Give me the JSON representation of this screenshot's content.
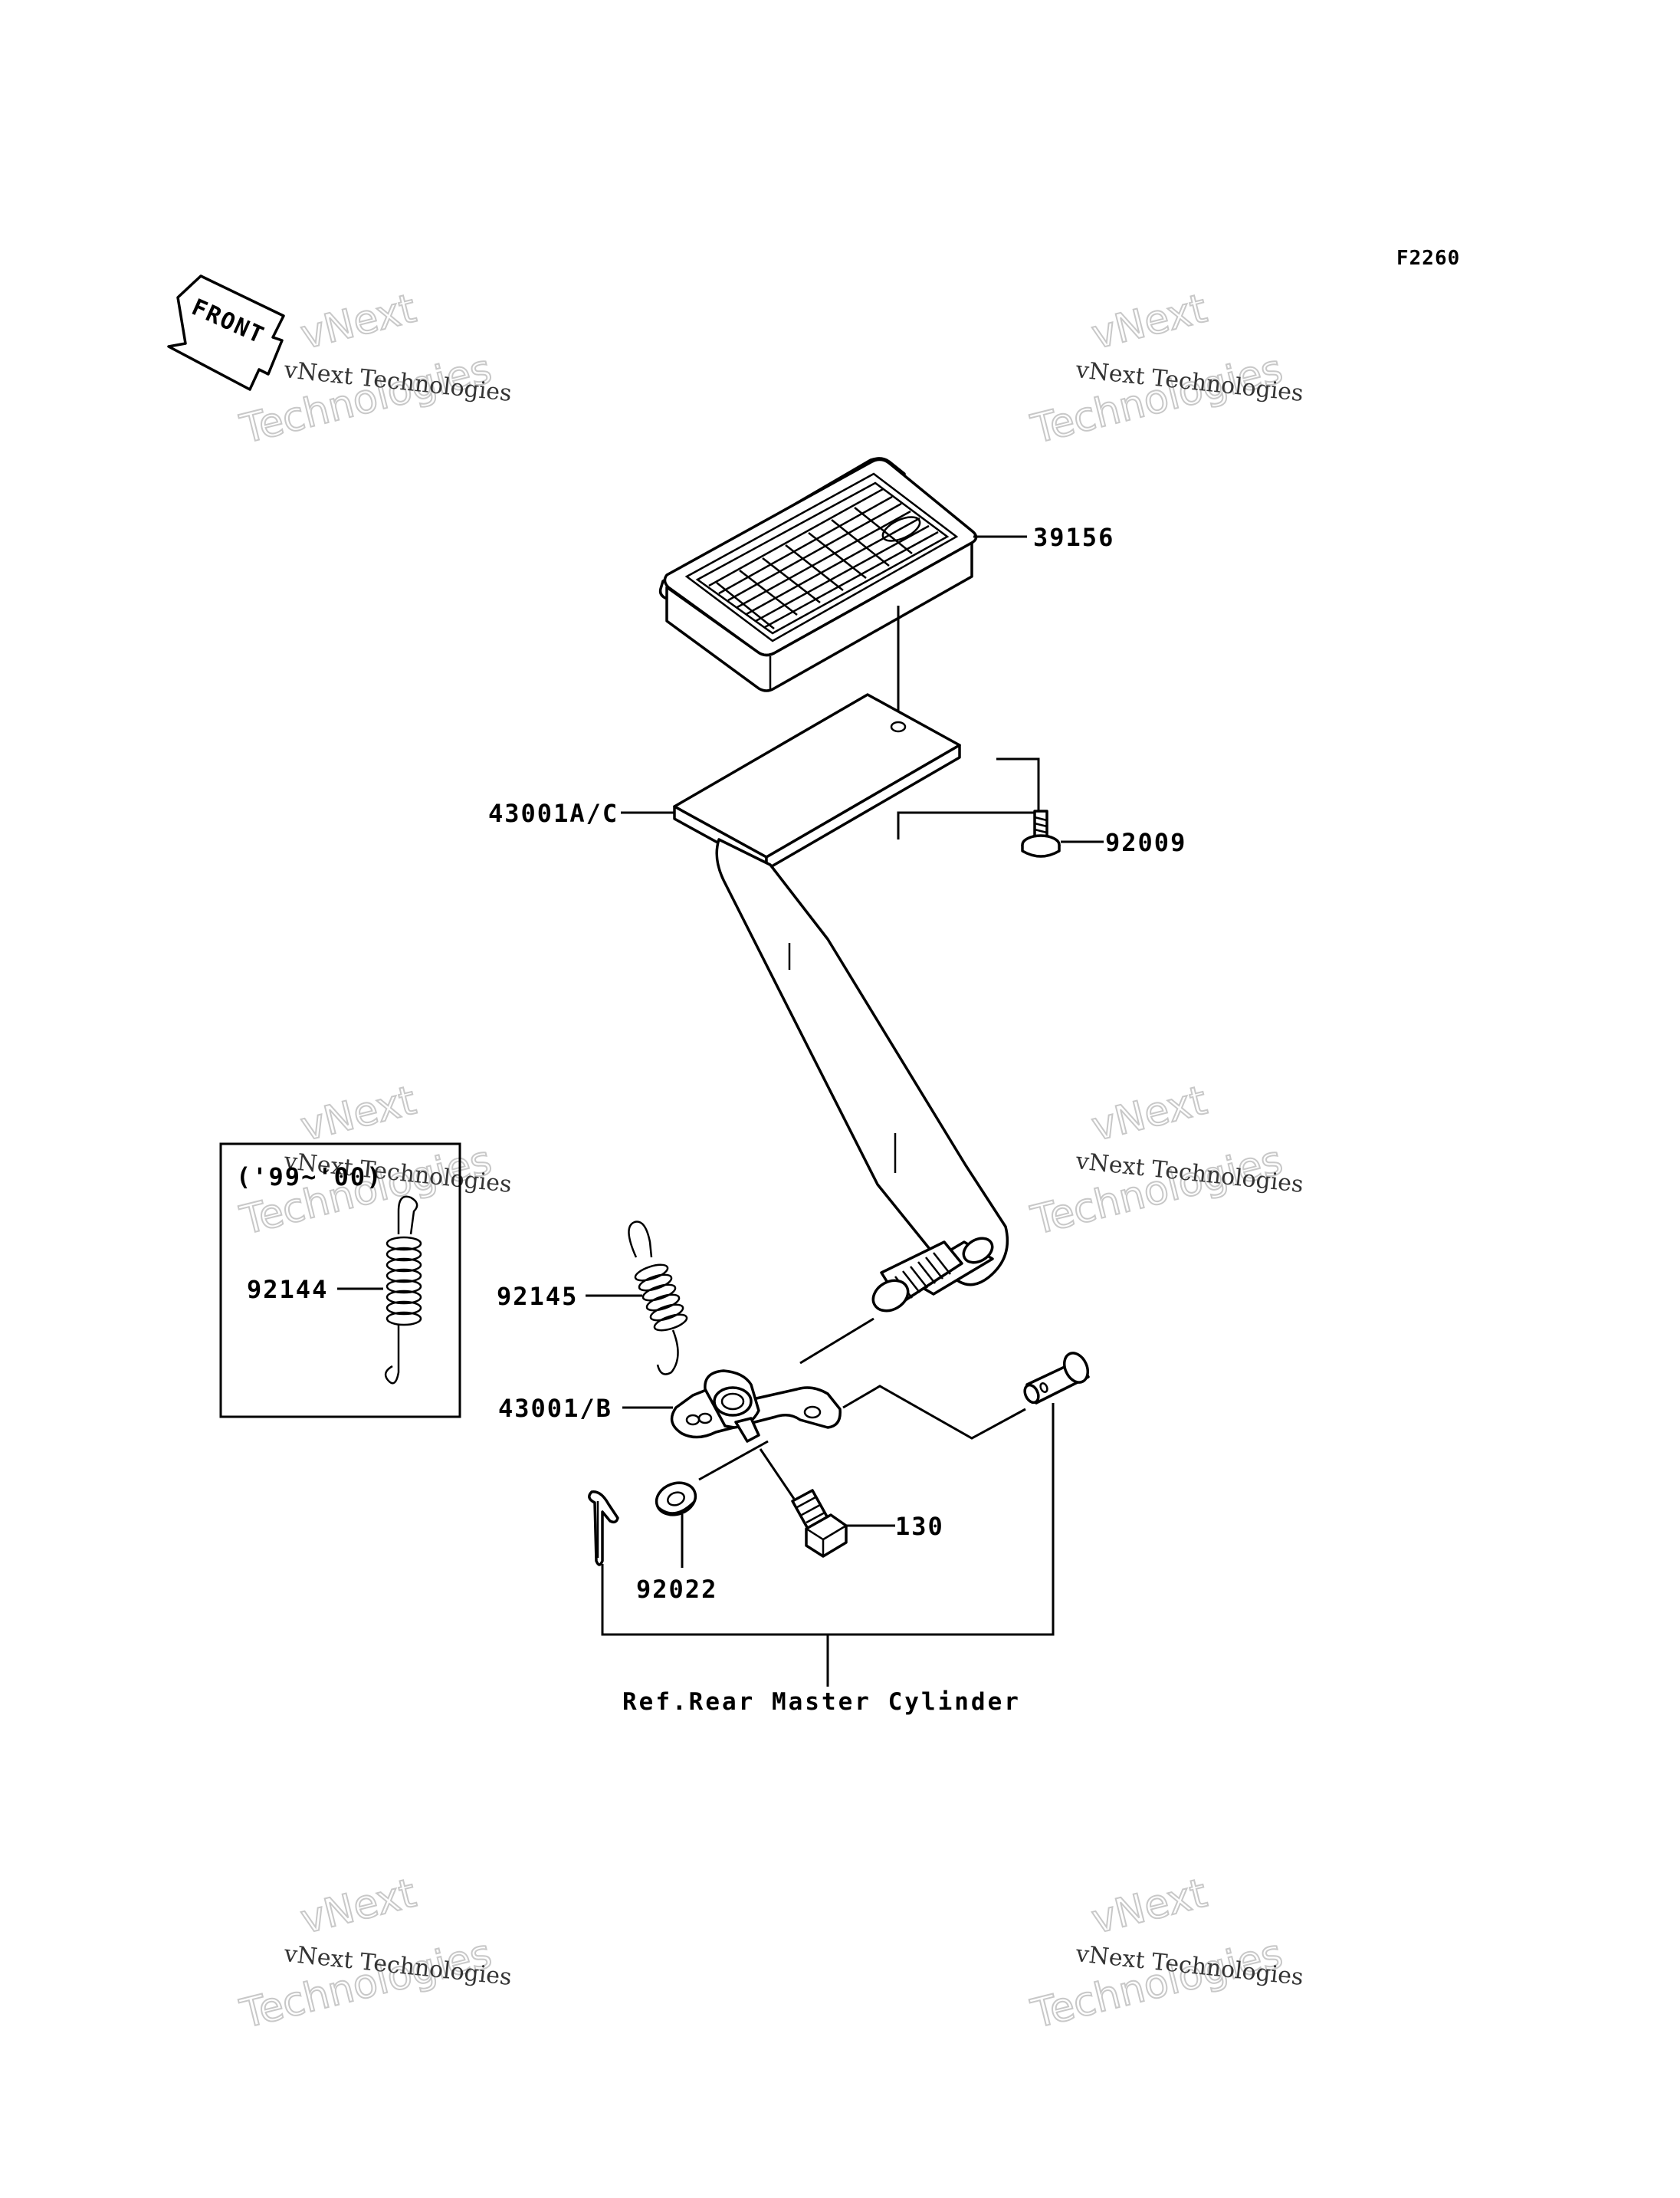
{
  "diagram_code": "F2260",
  "front_label": "FRONT",
  "parts": {
    "pedal_pad": "39156",
    "pedal_arm": "43001A/C",
    "bolt_pad": "92009",
    "spring_alt": "92144",
    "spring_alt_years": "('99~'00)",
    "spring": "92145",
    "pedal_lever": "43001/B",
    "bolt": "130",
    "washer": "92022"
  },
  "reference_note": "Ref.Rear Master Cylinder",
  "watermarks": [
    {
      "big": "vNext",
      "small": "vNext Technologies",
      "big2": "Technologies"
    },
    {
      "big": "vNext",
      "small": "vNext Technologies",
      "big2": "Technologies"
    },
    {
      "big": "vNext",
      "small": "vNext Technologies",
      "big2": "Technologies"
    },
    {
      "big": "vNext",
      "small": "vNext Technologies",
      "big2": "Technologies"
    },
    {
      "big": "vNext",
      "small": "vNext Technologies",
      "big2": "Technologies"
    },
    {
      "big": "vNext",
      "small": "vNext Technologies",
      "big2": "Technologies"
    }
  ]
}
